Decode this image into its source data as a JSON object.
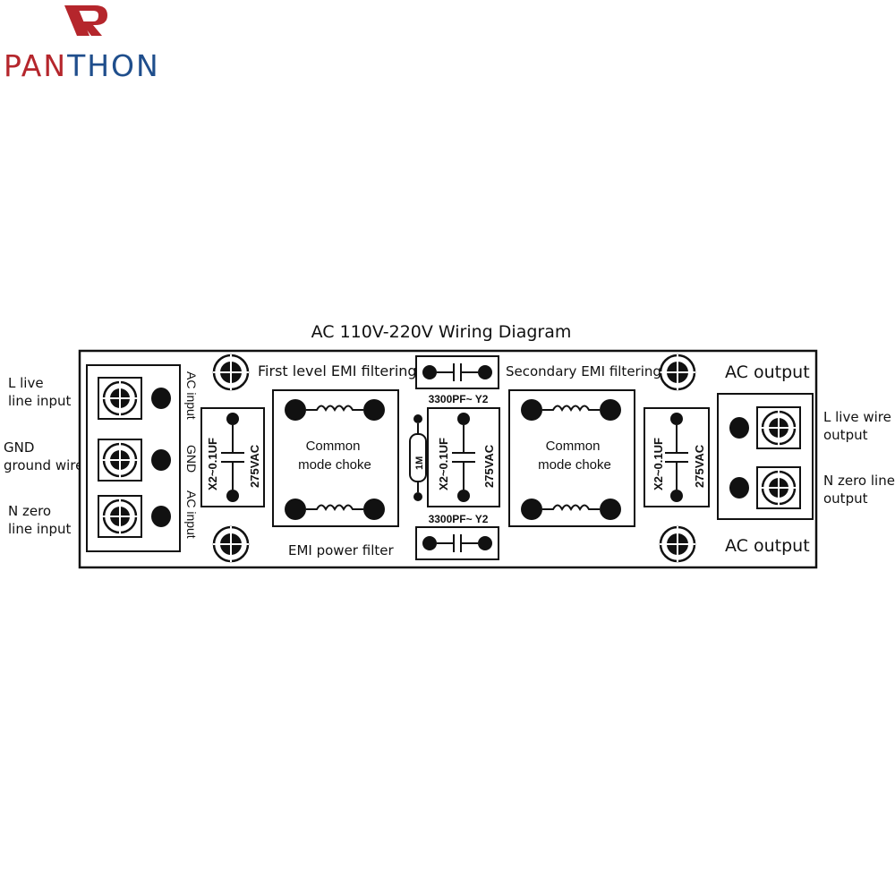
{
  "logo": {
    "brand_part1": "PAN",
    "brand_part2": "THON"
  },
  "title": "AC 110V-220V Wiring Diagram",
  "left_labels": {
    "l_live": "L live\nline input",
    "gnd": "GND\nground wire",
    "n_zero": "N zero\nline input"
  },
  "right_labels": {
    "l_live": "L live wire\noutput",
    "n_zero": "N zero line\noutput"
  },
  "board": {
    "ac_input_top": "AC input",
    "gnd": "GND",
    "ac_input_bottom": "AC input",
    "first_level": "First level EMI filtering",
    "secondary": "Secondary EMI filtering",
    "ac_output_top": "AC output",
    "ac_output_bottom": "AC output",
    "emi_power_filter": "EMI power filter",
    "choke1_line1": "Common",
    "choke1_line2": "mode choke",
    "choke2_line1": "Common",
    "choke2_line2": "mode choke",
    "y2_top": "3300PF~ Y2",
    "y2_bottom": "3300PF~ Y2",
    "resistor": "1M",
    "x2_cap_label": "X2~0.1UF",
    "x2_cap_voltage": "275VAC"
  },
  "colors": {
    "brand_red": "#b5262c",
    "brand_blue": "#1f4e8c",
    "line": "#111111"
  }
}
